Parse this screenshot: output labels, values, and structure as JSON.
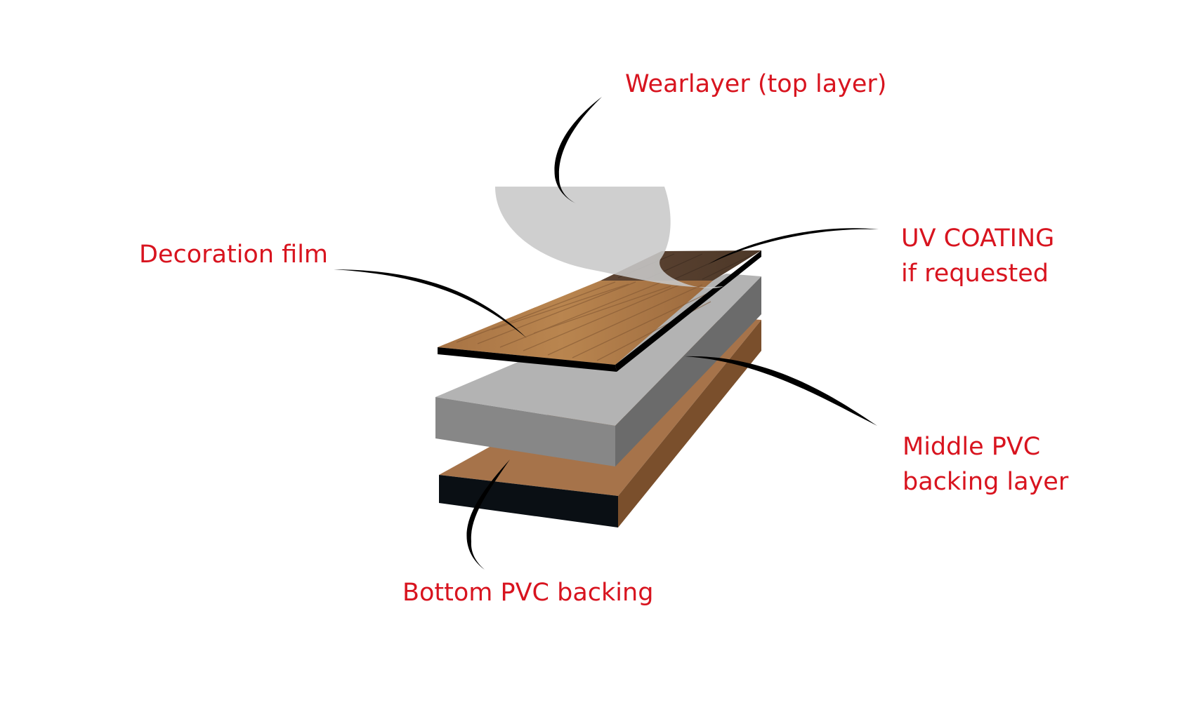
{
  "labels": {
    "wearlayer": [
      "Wearlayer (top layer)"
    ],
    "uv_coating": [
      "UV COATING",
      "if requested"
    ],
    "decoration_film": [
      "Decoration film"
    ],
    "middle_pvc": [
      "Middle PVC",
      "backing layer"
    ],
    "bottom_pvc": [
      "Bottom PVC backing"
    ]
  },
  "colors": {
    "label_text": "#d8141f",
    "leader_lines": "#000000",
    "wearlayer": "#c8c8c8",
    "wood_light": "#b07c4a",
    "wood_dark": "#5a4130",
    "pvc_top": "#b3b3b3",
    "pvc_front": "#878787",
    "pvc_side": "#6b6b6b",
    "bottom_top": "#a6734a",
    "bottom_front": "#0a0f14",
    "bottom_side": "#7a4f2c"
  }
}
